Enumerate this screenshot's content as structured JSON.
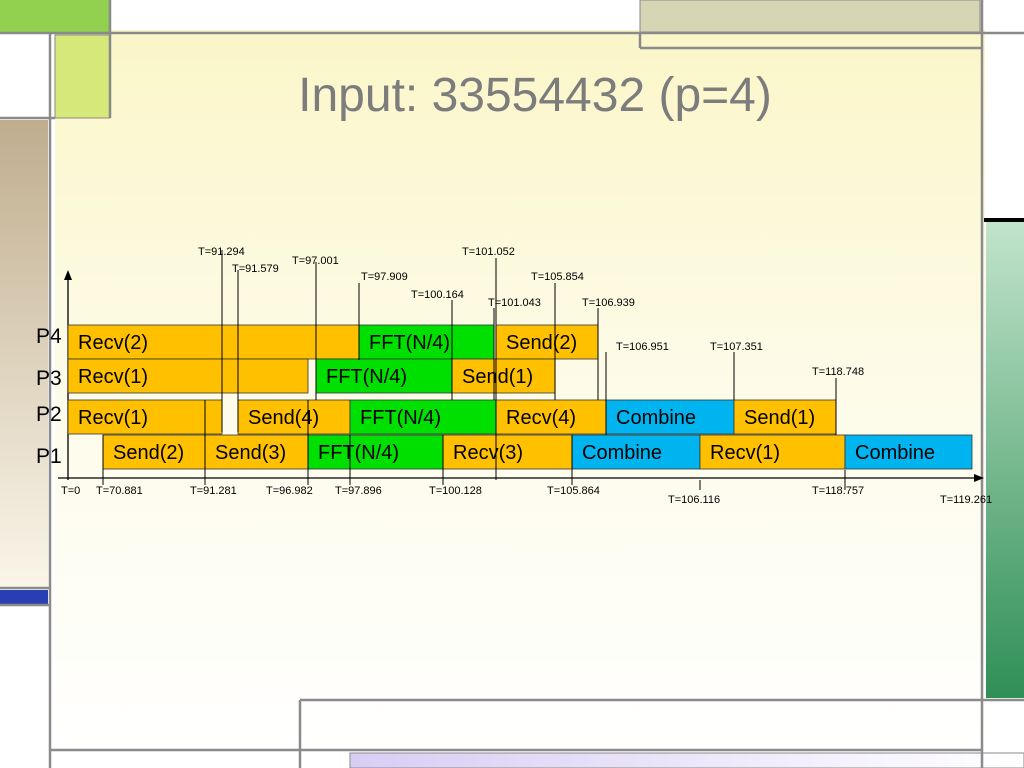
{
  "title": "Input: 33554432 (p=4)",
  "chart_data": {
    "type": "gantt",
    "rows": [
      "P4",
      "P3",
      "P2",
      "P1"
    ],
    "colors": {
      "comm": "#ffc000",
      "fft": "#00e000",
      "combine": "#00b4f0"
    },
    "tasks": [
      {
        "row": "P4",
        "label": "Recv(2)",
        "kind": "comm",
        "start": 0,
        "end": 97.909
      },
      {
        "row": "P4",
        "label": "FFT(N/4)",
        "kind": "fft",
        "start": 97.909,
        "end": 101.043
      },
      {
        "row": "P4",
        "label": "Send(2)",
        "kind": "comm",
        "start": 101.052,
        "end": 106.939
      },
      {
        "row": "P3",
        "label": "Recv(1)",
        "kind": "comm",
        "start": 0,
        "end": 96.982
      },
      {
        "row": "P3",
        "label": "FFT(N/4)",
        "kind": "fft",
        "start": 97.001,
        "end": 100.164
      },
      {
        "row": "P3",
        "label": "Send(1)",
        "kind": "comm",
        "start": 100.164,
        "end": 105.854
      },
      {
        "row": "P2",
        "label": "Recv(1)",
        "kind": "comm",
        "start": 0,
        "end": 91.294
      },
      {
        "row": "P2",
        "label": "Send(4)",
        "kind": "comm",
        "start": 91.579,
        "end": 97.896
      },
      {
        "row": "P2",
        "label": "FFT(N/4)",
        "kind": "fft",
        "start": 97.896,
        "end": 101.052
      },
      {
        "row": "P2",
        "label": "Recv(4)",
        "kind": "comm",
        "start": 101.052,
        "end": 106.951
      },
      {
        "row": "P2",
        "label": "Combine",
        "kind": "combine",
        "start": 106.951,
        "end": 107.351
      },
      {
        "row": "P2",
        "label": "Send(1)",
        "kind": "comm",
        "start": 107.351,
        "end": 118.748
      },
      {
        "row": "P1",
        "label": "Send(2)",
        "kind": "comm",
        "start": 70.881,
        "end": 91.281
      },
      {
        "row": "P1",
        "label": "Send(3)",
        "kind": "comm",
        "start": 91.281,
        "end": 96.982
      },
      {
        "row": "P1",
        "label": "FFT(N/4)",
        "kind": "fft",
        "start": 96.982,
        "end": 100.128
      },
      {
        "row": "P1",
        "label": "Recv(3)",
        "kind": "comm",
        "start": 100.128,
        "end": 105.864
      },
      {
        "row": "P1",
        "label": "Combine",
        "kind": "combine",
        "start": 105.864,
        "end": 106.116
      },
      {
        "row": "P1",
        "label": "Recv(1)",
        "kind": "comm",
        "start": 106.116,
        "end": 118.757
      },
      {
        "row": "P1",
        "label": "Combine",
        "kind": "combine",
        "start": 118.757,
        "end": 119.261
      }
    ],
    "markers_top": [
      "T=91.294",
      "T=91.579",
      "T=97.001",
      "T=97.909",
      "T=100.164",
      "T=101.052",
      "T=101.043",
      "T=105.854",
      "T=106.939",
      "T=106.951",
      "T=107.351",
      "T=118.748"
    ],
    "markers_bottom": [
      "T=0",
      "T=70.881",
      "T=91.281",
      "T=96.982",
      "T=97.896",
      "T=100.128",
      "T=105.864",
      "T=106.116",
      "T=118.757",
      "T=119.261"
    ]
  }
}
